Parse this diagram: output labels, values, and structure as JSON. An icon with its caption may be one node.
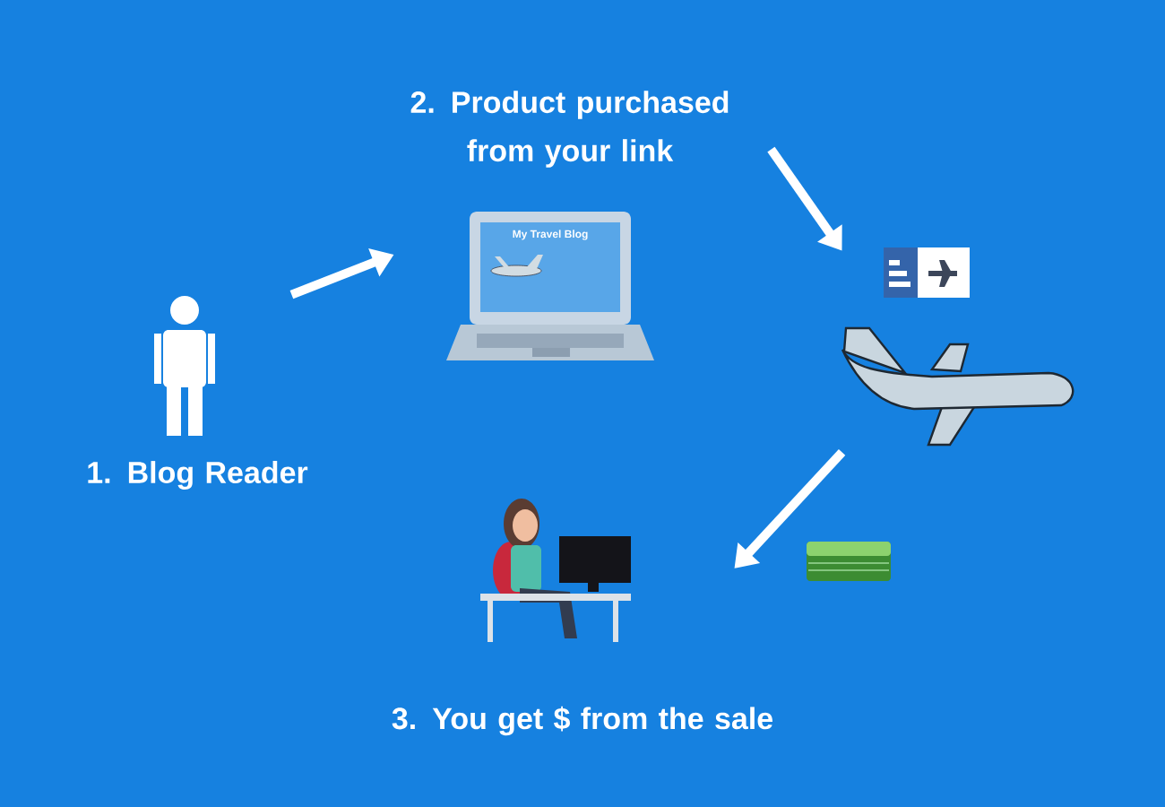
{
  "diagram": {
    "nodes": [
      {
        "text": [],
        "shape": "person",
        "beside": [
          "1. Blog Reader"
        ]
      },
      {
        "text": [
          "My Travel Blog"
        ],
        "beside": [
          "2. Product purchased from your link"
        ]
      },
      {
        "text": [],
        "shape": "picture"
      },
      {
        "text": [],
        "shape": "picture",
        "beside": [
          "3. You get $ from the sale"
        ]
      }
    ],
    "edges": [
      {
        "from": 0,
        "to": 1,
        "arrow": "to"
      },
      {
        "from": 1,
        "to": 2,
        "arrow": "to"
      },
      {
        "from": 2,
        "to": 3,
        "arrow": "to"
      }
    ]
  }
}
